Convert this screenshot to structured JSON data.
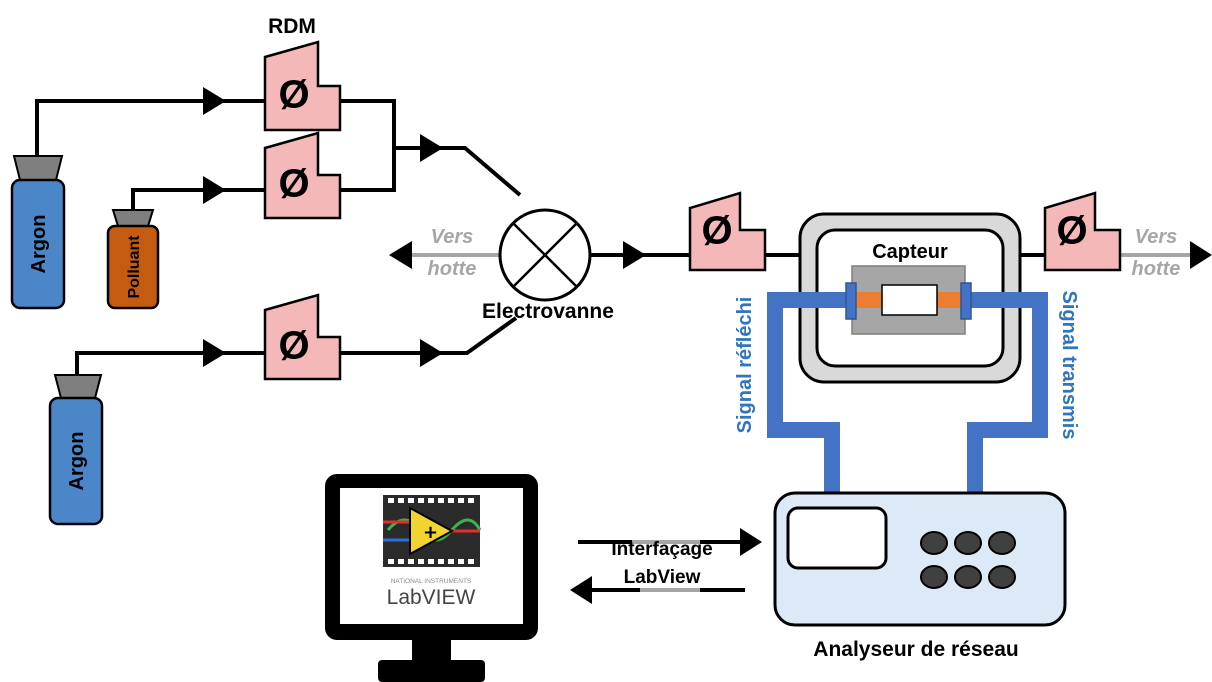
{
  "labels": {
    "rdm": "RDM",
    "argon_top": "Argon",
    "argon_bottom": "Argon",
    "polluant": "Polluant",
    "electrovanne": "Electrovanne",
    "vers_left_1": "Vers",
    "vers_left_2": "hotte",
    "vers_right_1": "Vers",
    "vers_right_2": "hotte",
    "capteur": "Capteur",
    "signal_reflechi": "Signal réfléchi",
    "signal_transmis": "Signal transmis",
    "interfacage_1": "Interfaçage",
    "interfacage_2": "LabView",
    "analyseur": "Analyseur de réseau",
    "ni_text": "NATIONAL INSTRUMENTS",
    "labview_logo": "LabVIEW",
    "flow_symbol": "Ø"
  },
  "colors": {
    "mfc_fill": "#f4b8b8",
    "argon_fill": "#4a86c8",
    "polluant_fill": "#c55a11",
    "cap_gray": "#808080",
    "signal_blue": "#4472c4",
    "analyzer_fill": "#dce9f6",
    "sensor_orange": "#ed7d31",
    "text_gray": "#a6a6a6"
  }
}
